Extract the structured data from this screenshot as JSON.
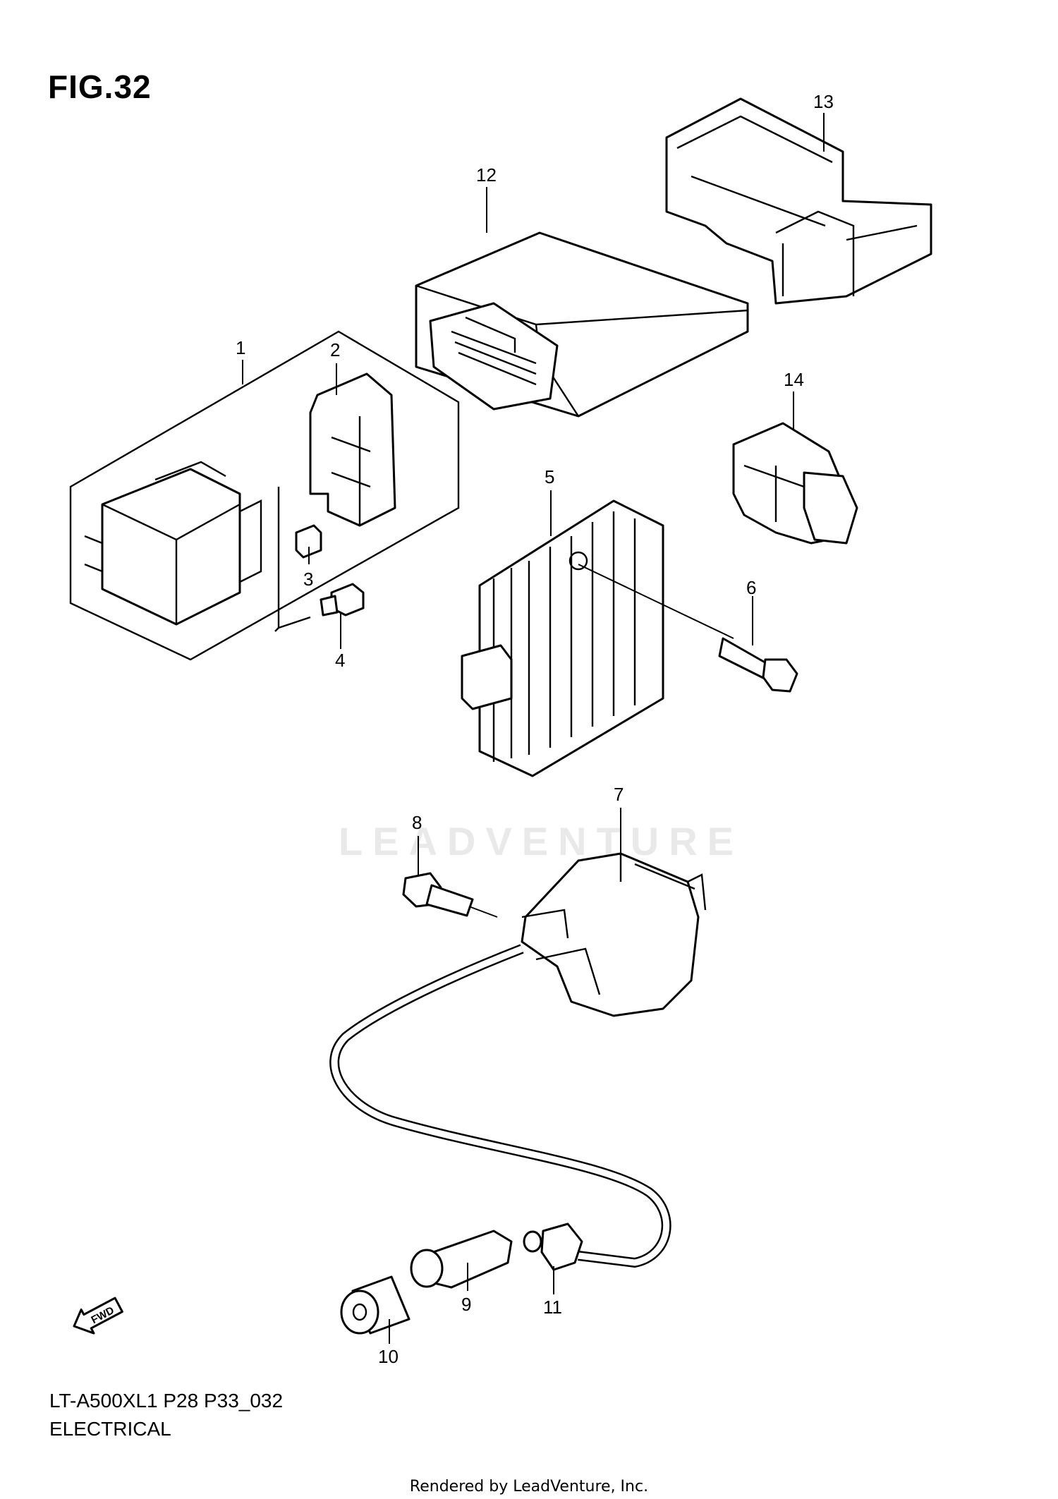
{
  "figure": {
    "title": "FIG.32",
    "model_code": "LT-A500XL1 P28 P33_032",
    "description": "ELECTRICAL",
    "credit": "Rendered by LeadVenture, Inc.",
    "watermark": "LEADVENTURE"
  },
  "callouts": [
    {
      "label": "1"
    },
    {
      "label": "2"
    },
    {
      "label": "3"
    },
    {
      "label": "4"
    },
    {
      "label": "5"
    },
    {
      "label": "6"
    },
    {
      "label": "7"
    },
    {
      "label": "8"
    },
    {
      "label": "9"
    },
    {
      "label": "10"
    },
    {
      "label": "11"
    },
    {
      "label": "12"
    },
    {
      "label": "13"
    },
    {
      "label": "14"
    }
  ],
  "fwd_icon": {
    "label": "FWD",
    "icon": "fwd-arrow-icon"
  }
}
